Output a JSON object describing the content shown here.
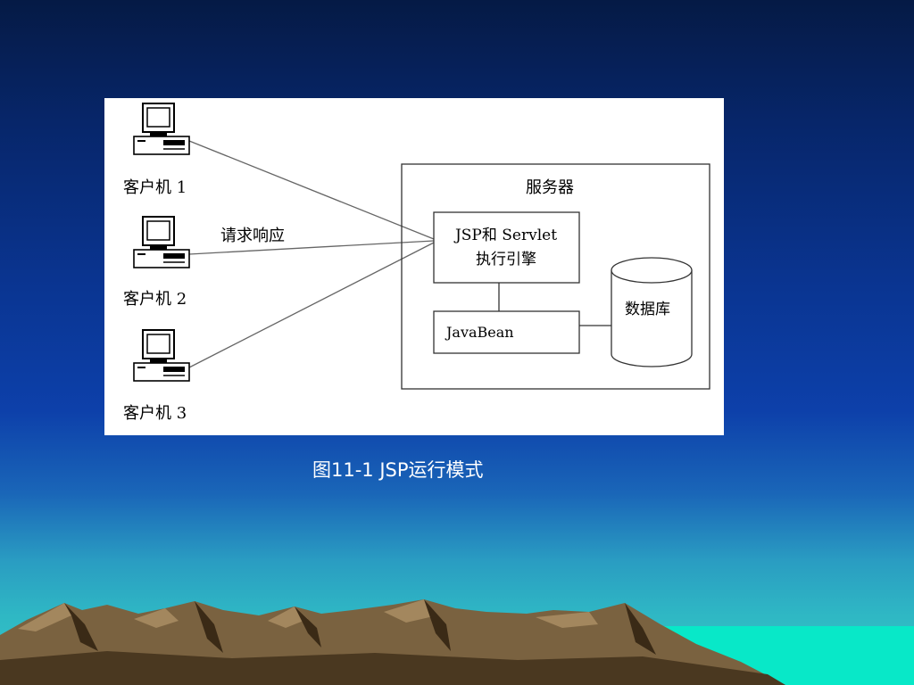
{
  "diagram": {
    "clients": [
      {
        "label": "客户机 1"
      },
      {
        "label": "客户机 2"
      },
      {
        "label": "客户机 3"
      }
    ],
    "request_label": "请求响应",
    "server": {
      "title": "服务器",
      "engine_line1": "JSP和 Servlet",
      "engine_line2": "执行引擎",
      "bean": "JavaBean",
      "database": "数据库"
    }
  },
  "caption": "图11-1 JSP运行模式"
}
